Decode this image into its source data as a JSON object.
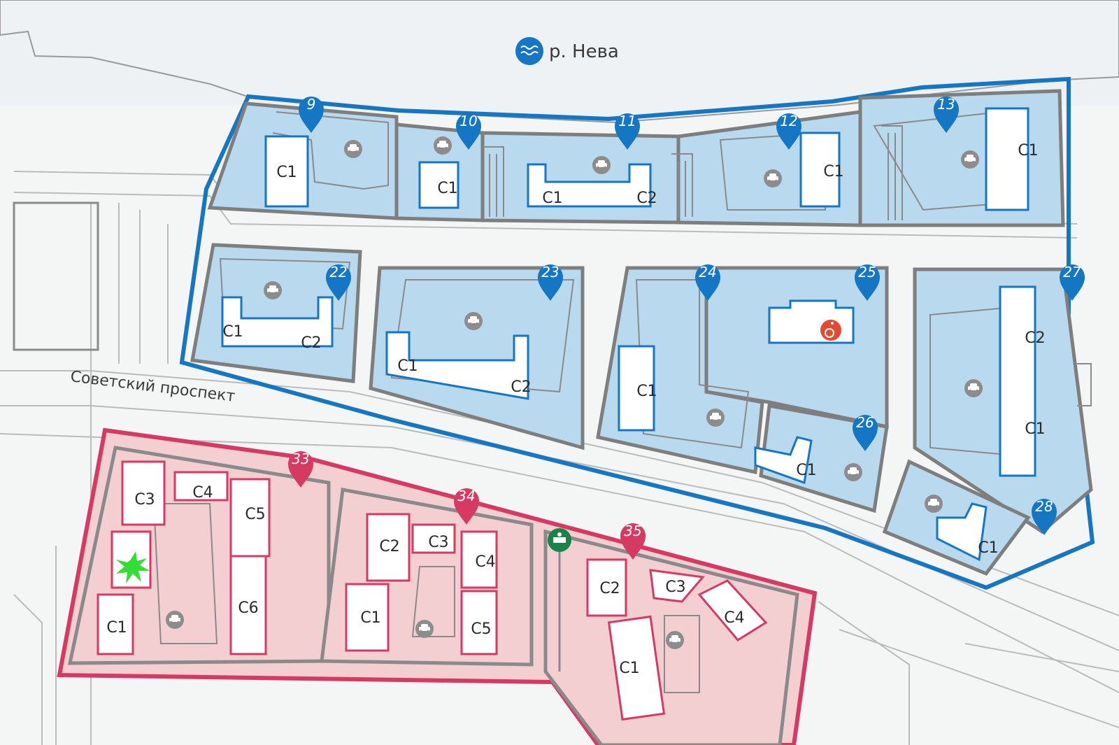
{
  "map": {
    "river_label": "р. Нева",
    "street_label": "Советский проспект",
    "colors": {
      "blue_zone_outline": "#1576c4",
      "blue_fill": "#b9d9ee",
      "pink_zone_outline": "#d63a63",
      "pink_fill": "#f4cfd2",
      "road": "#d9dcdc",
      "marker_blue": "#1576c4",
      "marker_pink": "#d63a63",
      "shop_icon": "#18844a",
      "accessible_icon": "#e44a2e",
      "current_location": "#33dd33"
    },
    "blue_plots": [
      {
        "number": "9",
        "buildings": [
          "C1"
        ]
      },
      {
        "number": "10",
        "buildings": [
          "C1"
        ]
      },
      {
        "number": "11",
        "buildings": [
          "C1",
          "C2"
        ]
      },
      {
        "number": "12",
        "buildings": [
          "C1"
        ]
      },
      {
        "number": "13",
        "buildings": [
          "C1"
        ]
      },
      {
        "number": "22",
        "buildings": [
          "C1",
          "C2"
        ]
      },
      {
        "number": "23",
        "buildings": [
          "C1",
          "C2"
        ]
      },
      {
        "number": "24",
        "buildings": [
          "C1"
        ]
      },
      {
        "number": "25",
        "buildings": []
      },
      {
        "number": "26",
        "buildings": [
          "C1"
        ]
      },
      {
        "number": "27",
        "buildings": [
          "C2",
          "C1"
        ]
      },
      {
        "number": "28",
        "buildings": [
          "C1"
        ]
      }
    ],
    "pink_plots": [
      {
        "number": "33",
        "buildings": [
          "C3",
          "C4",
          "C5",
          "C6",
          "C1"
        ]
      },
      {
        "number": "34",
        "buildings": [
          "C2",
          "C3",
          "C4",
          "C1",
          "C5"
        ]
      },
      {
        "number": "35",
        "buildings": [
          "C2",
          "C3",
          "C4",
          "C1"
        ]
      }
    ],
    "icons": {
      "river": "water-waves-icon",
      "parking": "parking-car-icon",
      "accessible": "wheelchair-icon",
      "shop": "shop-icon",
      "you_are_here": "star-burst-icon"
    }
  }
}
